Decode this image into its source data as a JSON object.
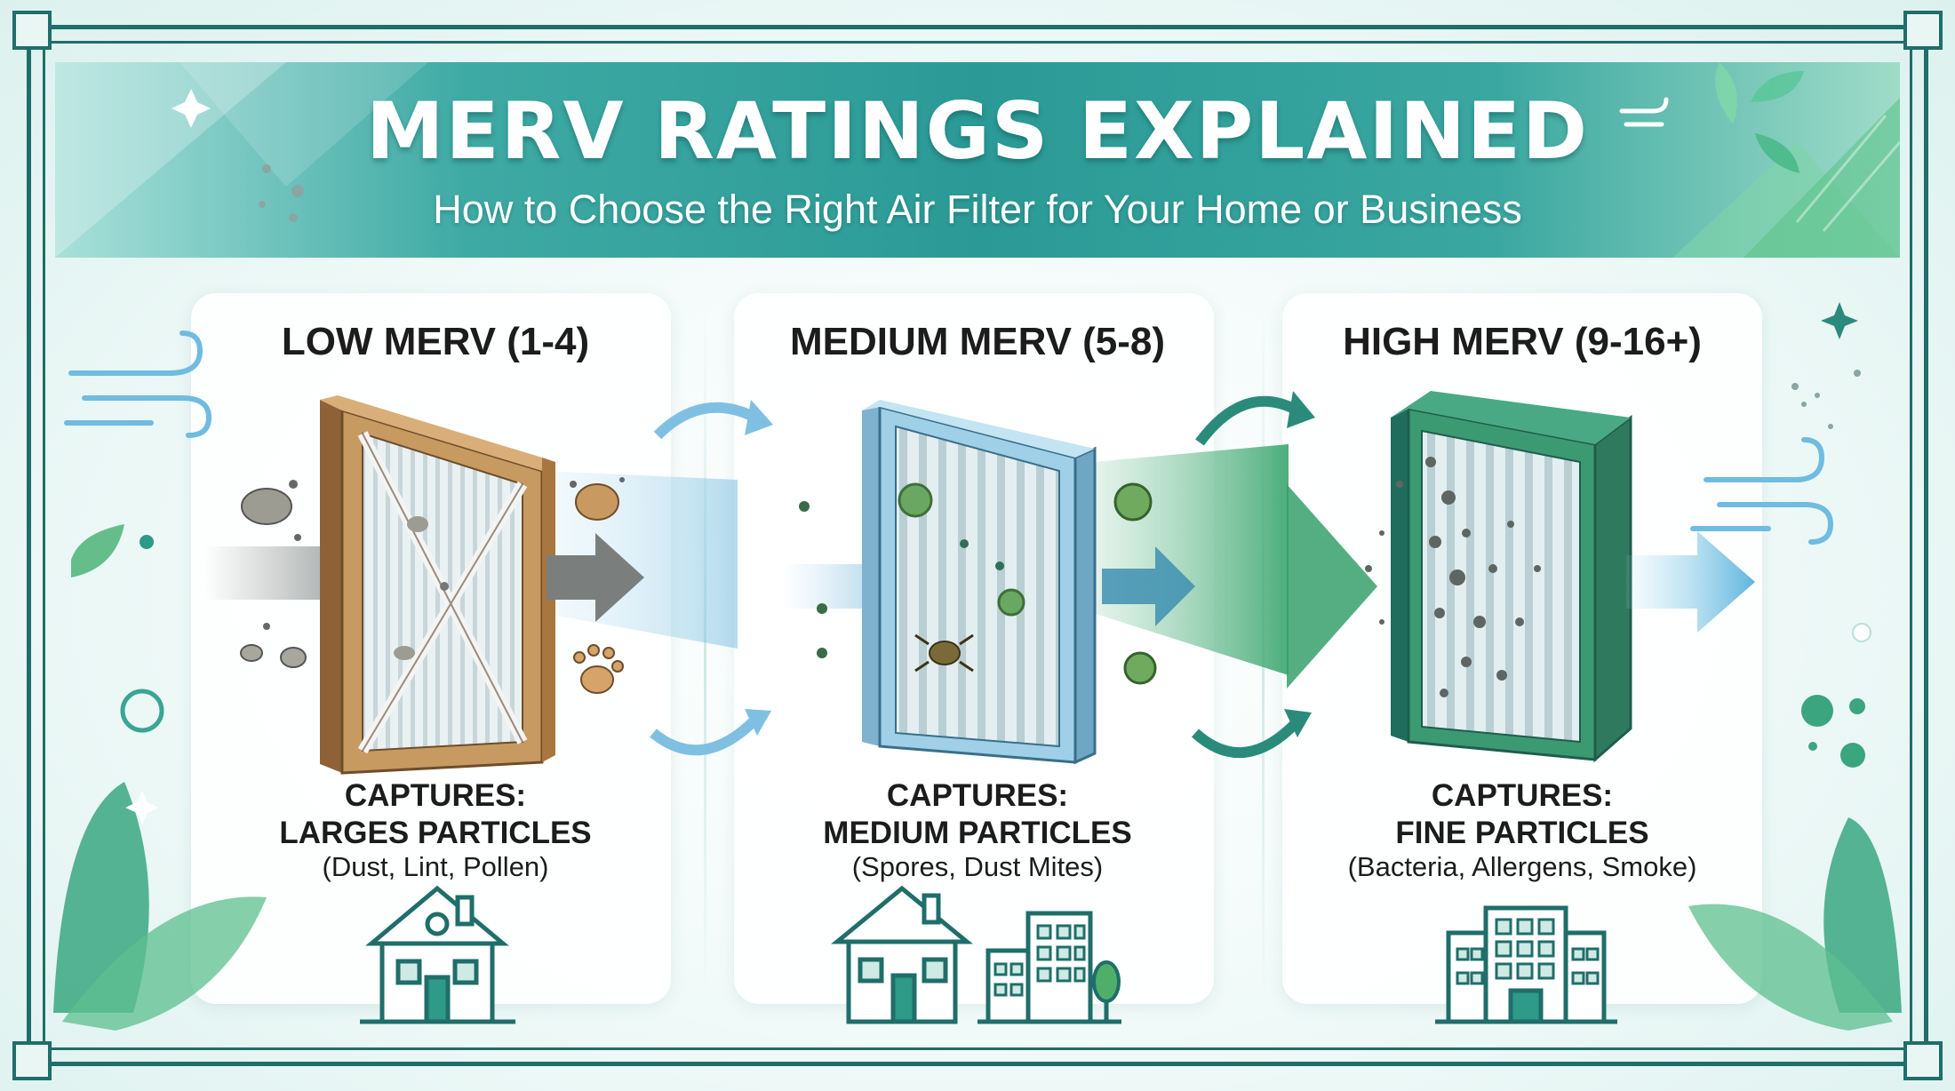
{
  "header": {
    "title": "MERV RATINGS EXPLAINED",
    "subtitle": "How to Choose the Right Air Filter for Your Home or Business"
  },
  "tiers": [
    {
      "heading": "LOW MERV (1-4)",
      "captures_label": "CAPTURES:",
      "particle_class": "LARGES PARTICLES",
      "examples": "(Dust, Lint, Pollen)",
      "frame_color": "#b9884f",
      "building_icons": [
        "house-icon"
      ]
    },
    {
      "heading": "MEDIUM MERV (5-8)",
      "captures_label": "CAPTURES:",
      "particle_class": "MEDIUM PARTICLES",
      "examples": "(Spores, Dust Mites)",
      "frame_color": "#8fc3de",
      "building_icons": [
        "house-icon",
        "office-building-icon",
        "tree-icon"
      ]
    },
    {
      "heading": "HIGH MERV (9-16+)",
      "captures_label": "CAPTURES:",
      "particle_class": "FINE PARTICLES",
      "examples": "(Bacteria, Allergens, Smoke)",
      "frame_color": "#2f8f6f",
      "building_icons": [
        "commercial-building-icon"
      ]
    }
  ],
  "colors": {
    "frame": "#1f6e6a",
    "banner": "#2b9a96",
    "accent_green": "#4fae6a",
    "accent_blue": "#5fb3dc"
  }
}
